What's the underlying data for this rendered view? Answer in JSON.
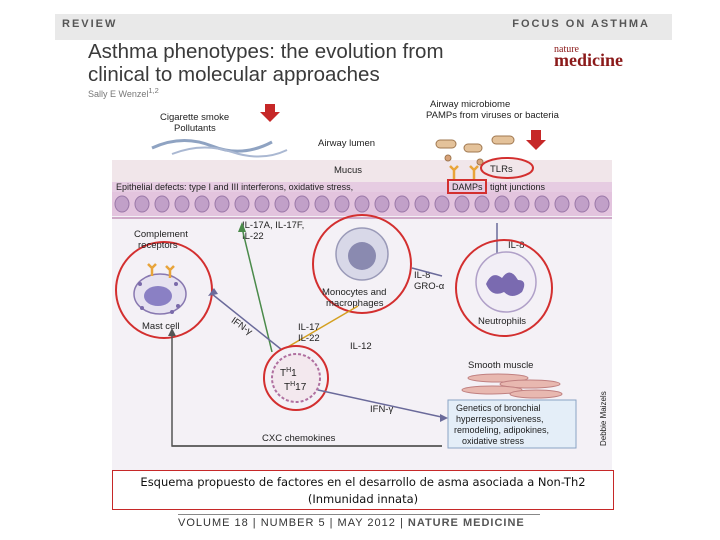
{
  "header": {
    "section": "REVIEW",
    "focus": "FOCUS ON ASTHMA",
    "title_line1": "Asthma phenotypes: the evolution from",
    "title_line2": "clinical to molecular approaches",
    "author": "Sally E Wenzel",
    "author_sup": "1,2",
    "journal_small": "nature",
    "journal_big": "medicine"
  },
  "figure": {
    "cigarette": "Cigarette smoke",
    "pollutants": "Pollutants",
    "microbiome": "Airway microbiome",
    "pamps": "PAMPs from viruses or bacteria",
    "lumen": "Airway lumen",
    "mucus": "Mucus",
    "tlrs": "TLRs",
    "epithelial": "Epithelial defects: type I and III interferons, oxidative stress,",
    "damps": "DAMPs",
    "tight": "tight junctions",
    "il17a": "IL-17A, IL-17F,",
    "il22": "IL-22",
    "il8_top": "IL-8",
    "complement1": "Complement",
    "complement2": "receptors",
    "mastcell": "Mast cell",
    "ifn1": "IFN-γ",
    "monocytes1": "Monocytes and",
    "monocytes2": "macrophages",
    "il8_mid": "IL-8",
    "groa": "GRO-α",
    "neutrophils": "Neutrophils",
    "il17": "IL-17",
    "il22b": "IL-22",
    "il12": "IL-12",
    "th1": "1",
    "th17": "17",
    "smooth": "Smooth muscle",
    "ifn2": "IFN-γ",
    "gen1": "Genetics of bronchial",
    "gen2": "hyperresponsiveness,",
    "gen3": "remodeling, adipokines,",
    "gen4": "oxidative stress",
    "cxc": "CXC chemokines",
    "credit": "Debbie Maizels"
  },
  "caption": {
    "line1": "Esquema propuesto de factores en el desarrollo de asma asociada a Non-Th2",
    "line2": "(Inmunidad innata)"
  },
  "footer": {
    "text": "VOLUME 18 | NUMBER 5 | MAY 2012",
    "journal": "NATURE MEDICINE"
  },
  "colors": {
    "highlight_red": "#d32f2f",
    "epithelium_pink": "#d8b8dc",
    "cell_purple": "#6a5a9a"
  }
}
